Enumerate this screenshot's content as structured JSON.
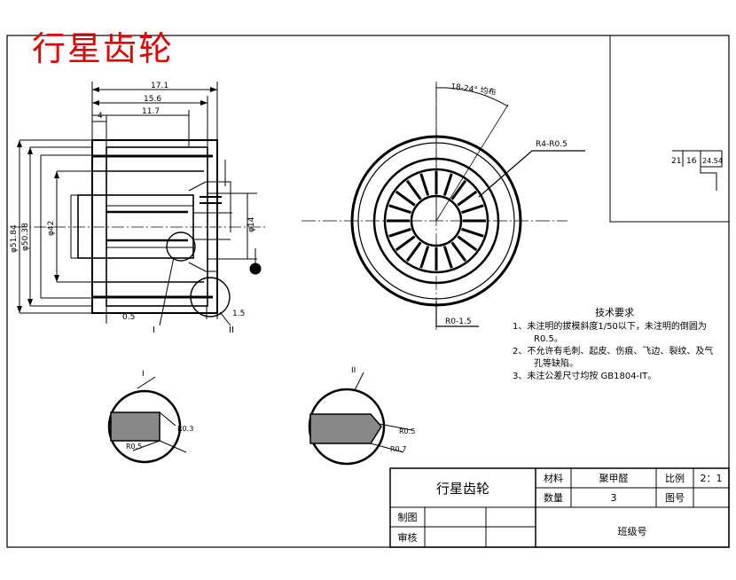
{
  "big_title": "行星齿轮",
  "main_view": {
    "dim_top_1": "17.1",
    "dim_top_2": "15.6",
    "dim_top_3": "11.7",
    "dim_top_4": "4",
    "dim_left_1": "φ51.84",
    "dim_left_2": "φ50.38",
    "dim_left_3": "φ42",
    "dim_left_4": "φ14",
    "dim_bottom_1": "0.5",
    "dim_bottom_2": "1.5",
    "label_a": "I",
    "label_b": "II"
  },
  "side_view": {
    "arc_dim": "18-24° 均布",
    "note_dim": "R4-R0.5",
    "bottom_dim": "R0-1.5"
  },
  "small_table": {
    "c1": "21",
    "c2": "16",
    "c3": "24.54"
  },
  "detail_1": {
    "label": "I",
    "d1": "R0.3",
    "d2": "R0.5"
  },
  "detail_2": {
    "label": "II",
    "d1": "R0.5",
    "d2": "R0.7"
  },
  "tech": {
    "heading": "技术要求",
    "line1": "1、未注明的拔模斜度1/50以下，未注明的倒圆为",
    "line1b": "R0.5。",
    "line2": "2、不允许有毛刺、起皮、伤痕、飞边、裂纹、及气",
    "line2b": "孔等缺陷。",
    "line3": "3、未注公差尺寸均按  GB1804-IT。"
  },
  "title_block": {
    "drawing_name": "行星齿轮",
    "material_label": "材料",
    "material_value": "聚甲醛",
    "scale_label": "比例",
    "scale_value": "2：1",
    "qty_label": "数量",
    "qty_value": "3",
    "drawing_no_label": "图号",
    "drawn_label": "制图",
    "checked_label": "审核",
    "school_label": "班级号"
  }
}
